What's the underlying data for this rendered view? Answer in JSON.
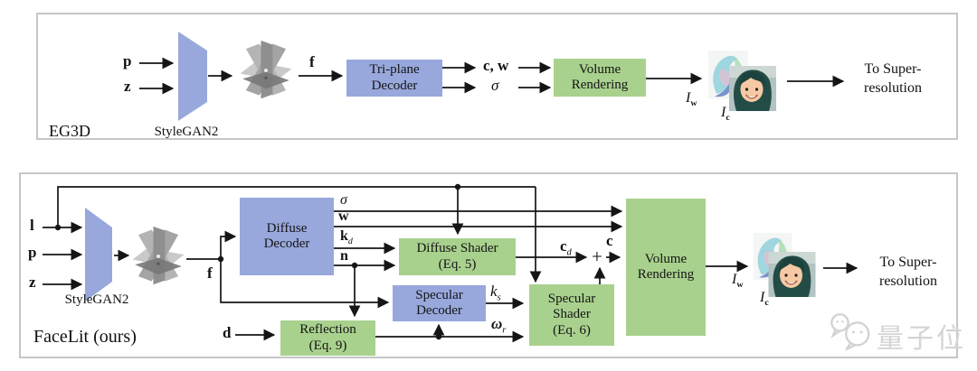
{
  "colors": {
    "decoder_blue": "#98a8dc",
    "shader_green": "#a9d18e",
    "wire_black": "#151515",
    "panel_border_gray": "#c6c6c6",
    "watermark_gray": "#d4d4d4"
  },
  "eg3d": {
    "panel_label": "EG3D",
    "input_p": "p",
    "input_z": "z",
    "stylegan": "StyleGAN2",
    "f": "f",
    "triplane_decoder_line1": "Tri-plane",
    "triplane_decoder_line2": "Decoder",
    "out_cw": "c, w",
    "out_sigma": "σ",
    "volume_line1": "Volume",
    "volume_line2": "Rendering",
    "iw_base": "I",
    "iw_sub": "w",
    "ic_base": "I",
    "ic_sub": "c",
    "to_super_line1": "To Super-",
    "to_super_line2": "resolution"
  },
  "facelit": {
    "panel_label": "FaceLit (ours)",
    "input_l": "l",
    "input_p": "p",
    "input_z": "z",
    "stylegan": "StyleGAN2",
    "f": "f",
    "diffuse_decoder_line1": "Diffuse",
    "diffuse_decoder_line2": "Decoder",
    "out_sigma": "σ",
    "out_w": "w",
    "out_kd_base": "k",
    "out_kd_sub": "d",
    "out_n": "n",
    "diffuse_shader_line1": "Diffuse Shader",
    "diffuse_shader_line2": "(Eq. 5)",
    "specular_decoder_line1": "Specular",
    "specular_decoder_line2": "Decoder",
    "ks_base": "k",
    "ks_sub": "s",
    "reflection_line1": "Reflection",
    "reflection_line2": "(Eq. 9)",
    "input_d": "d",
    "omega_base": "ω",
    "omega_sub": "r",
    "specular_shader_line1": "Specular",
    "specular_shader_line2": "Shader",
    "specular_shader_line3": "(Eq. 6)",
    "cd_base": "c",
    "cd_sub": "d",
    "plus": "+",
    "c": "c",
    "volume_line1": "Volume",
    "volume_line2": "Rendering",
    "iw_base": "I",
    "iw_sub": "w",
    "ic_base": "I",
    "ic_sub": "c",
    "to_super_line1": "To Super-",
    "to_super_line2": "resolution"
  },
  "watermark": {
    "text": "量子位"
  }
}
